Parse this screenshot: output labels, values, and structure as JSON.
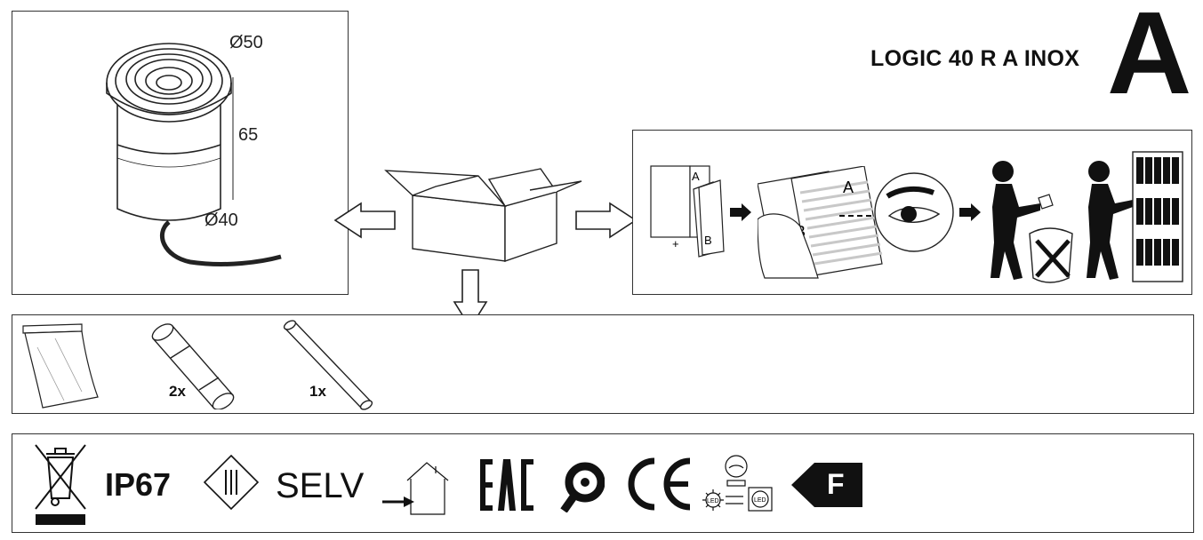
{
  "header": {
    "product_name": "LOGIC 40 R A INOX",
    "version_letter": "A"
  },
  "dimensions": {
    "top_diameter": "Ø50",
    "height": "65",
    "bottom_diameter": "Ø40"
  },
  "instructions": {
    "doc_labels": [
      "A",
      "B",
      "+"
    ],
    "sheet_label_front": "A",
    "sheet_label_back": "B"
  },
  "contents": {
    "items": [
      {
        "icon": "bag-icon",
        "quantity": ""
      },
      {
        "icon": "fuse-icon",
        "quantity": "2x"
      },
      {
        "icon": "tube-icon",
        "quantity": "1x"
      }
    ]
  },
  "certifications": {
    "ip_rating": "IP67",
    "selv_label": "SELV",
    "ce_label": "CE",
    "energy_class": "F",
    "led_label": "LED"
  },
  "colors": {
    "line": "#222222",
    "fill_black": "#111111",
    "paper_stripe": "#c8c8c8"
  }
}
